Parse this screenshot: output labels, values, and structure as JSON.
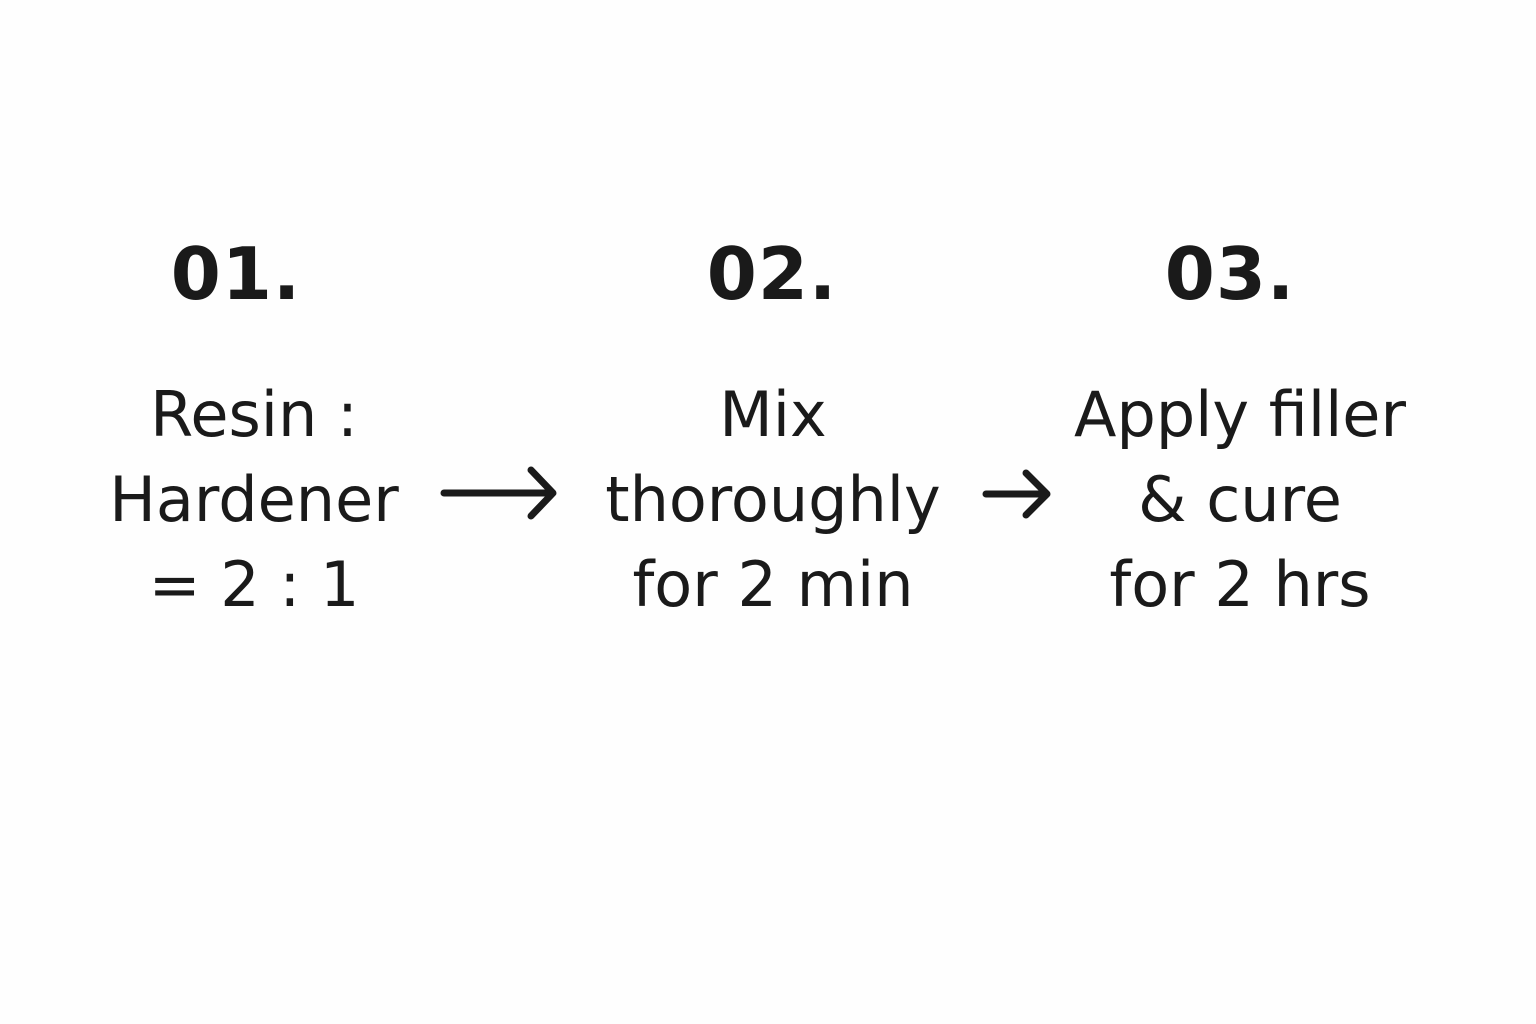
{
  "steps": [
    {
      "number": "01.",
      "lines": [
        "Resin :",
        "Hardener",
        "= 2 : 1"
      ]
    },
    {
      "number": "02.",
      "lines": [
        "Mix",
        "thoroughly",
        "for 2 min"
      ]
    },
    {
      "number": "03.",
      "lines": [
        "Apply filler",
        "& cure",
        "for 2 hrs"
      ]
    }
  ],
  "colors": {
    "text": "#1a1a1a",
    "background": "#fefefe"
  },
  "icons": [
    "long-right-arrow-icon",
    "right-arrow-icon"
  ]
}
